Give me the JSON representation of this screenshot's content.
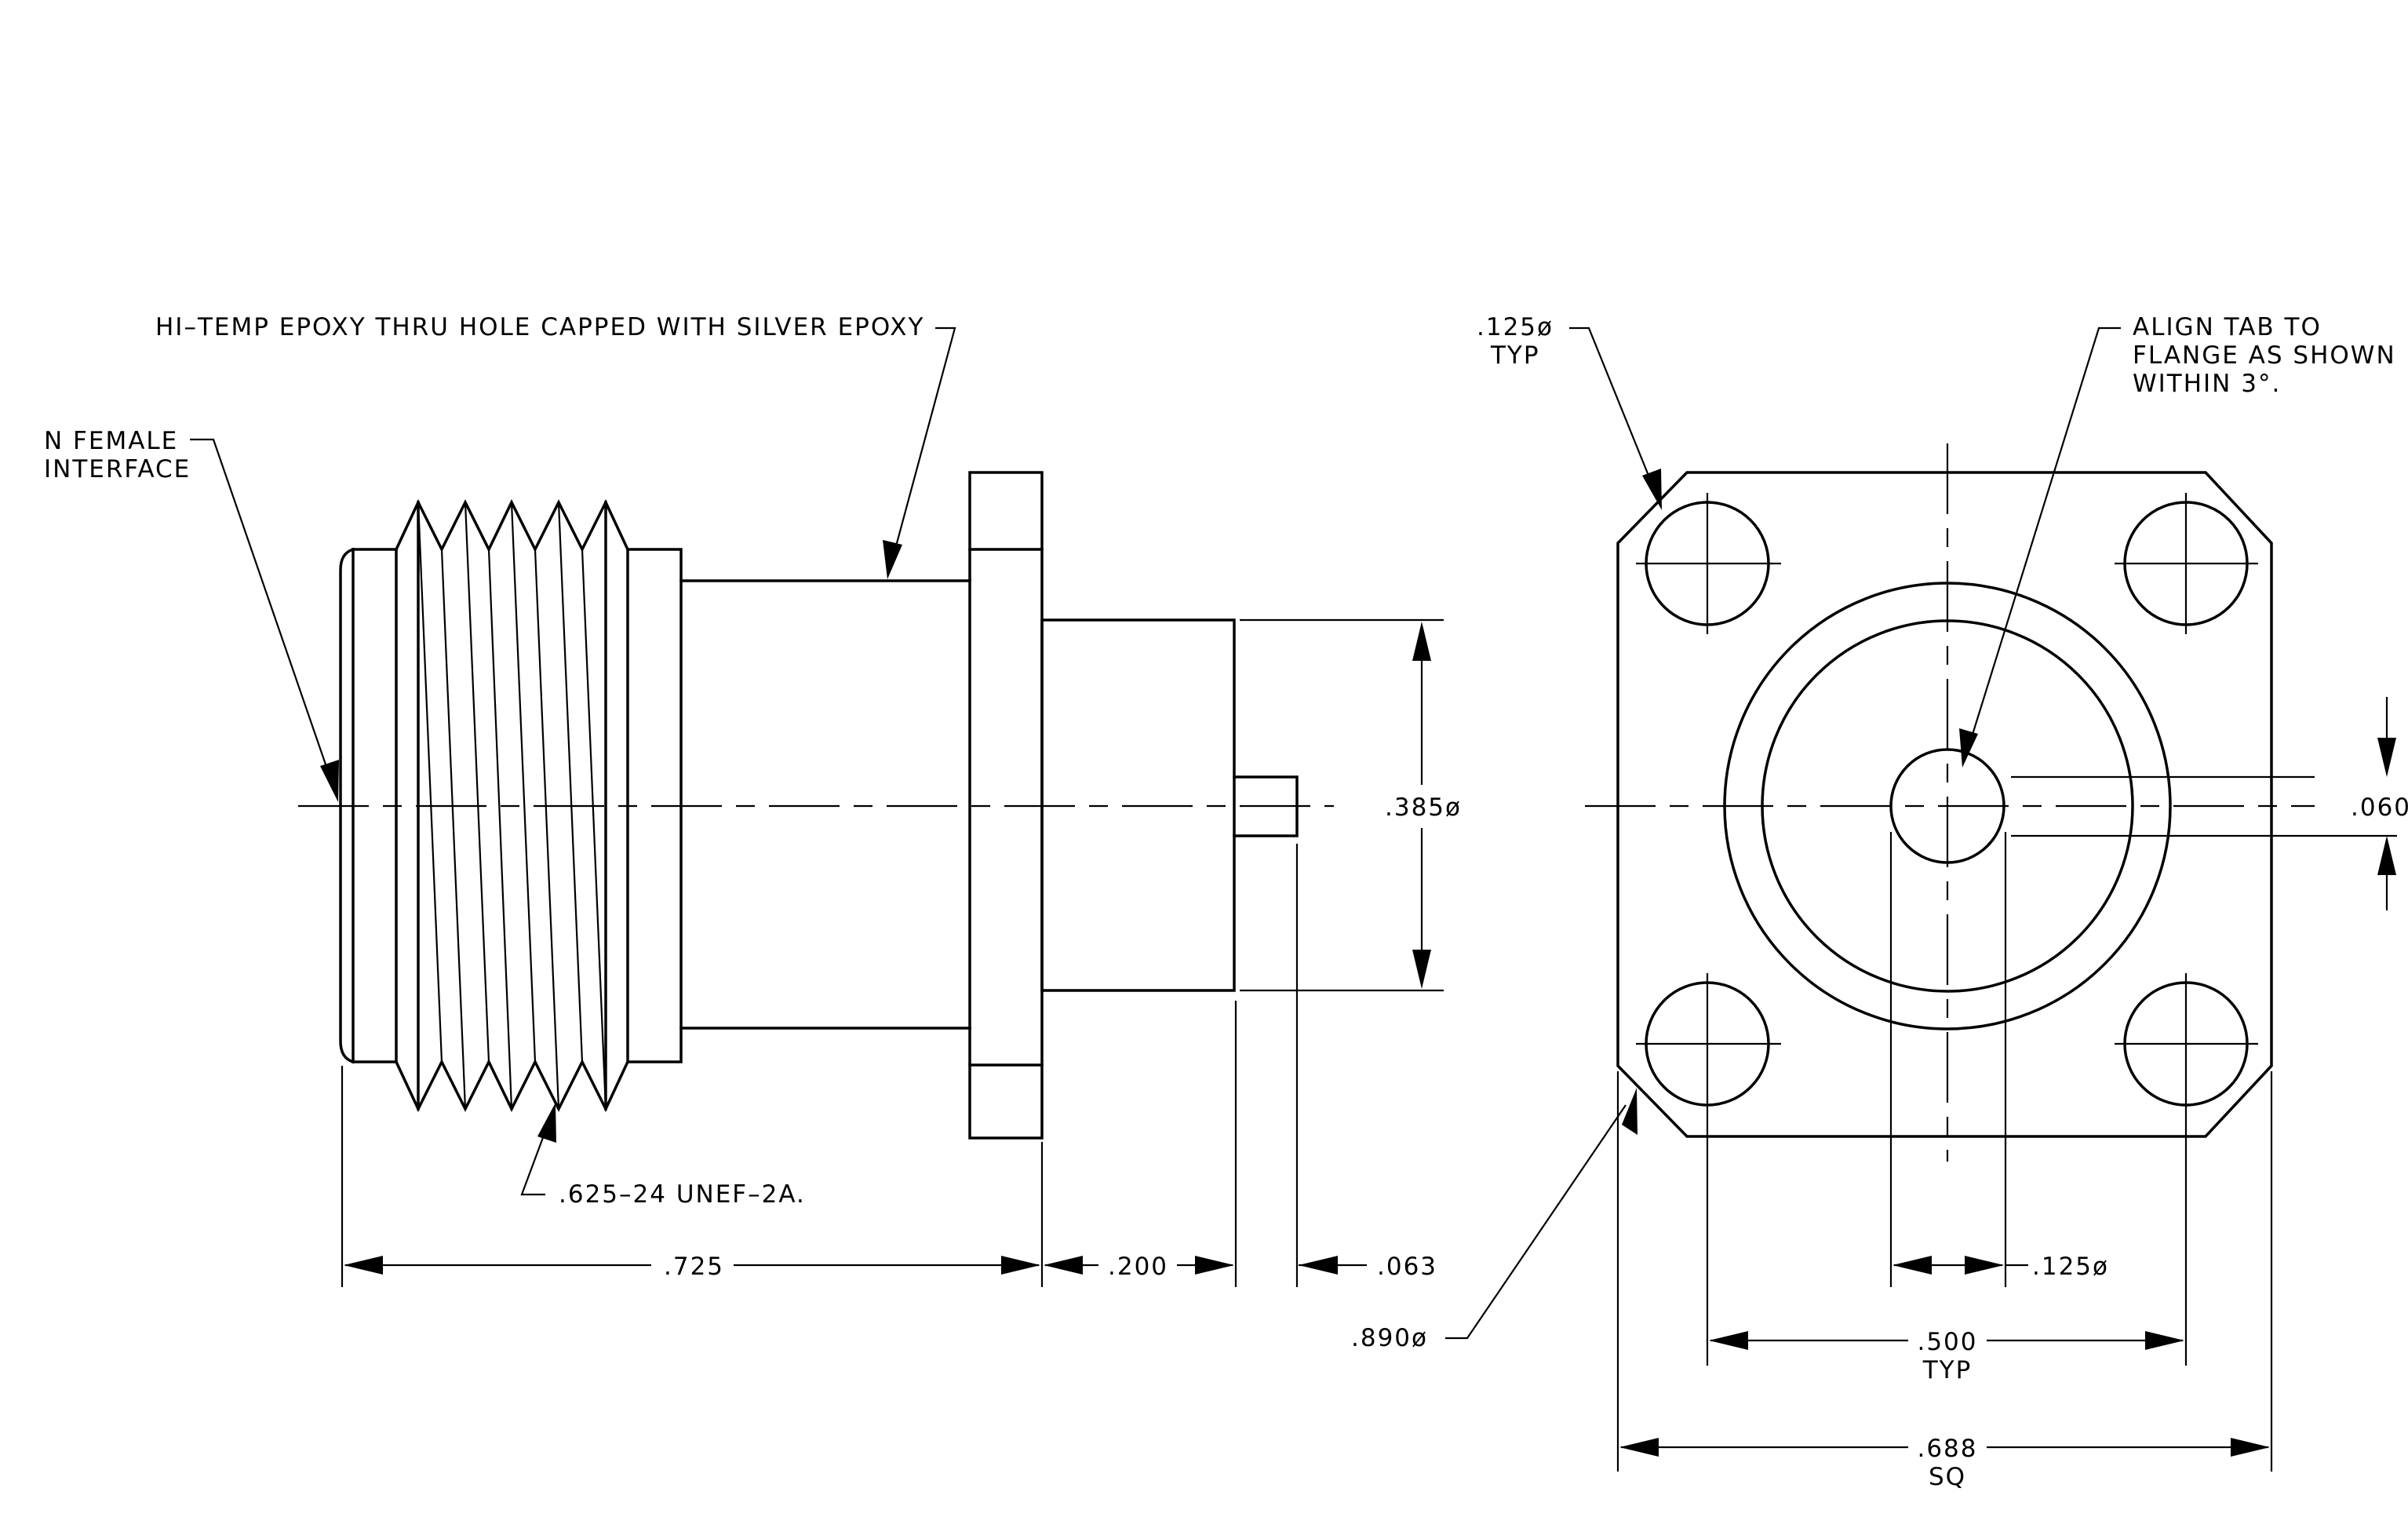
{
  "side_view": {
    "callout_epoxy": "HI–TEMP EPOXY THRU HOLE CAPPED WITH SILVER EPOXY",
    "callout_interface_line1": "N FEMALE",
    "callout_interface_line2": "INTERFACE",
    "callout_thread": ".625–24 UNEF–2A.",
    "dim_overall_length": ".725",
    "dim_body_length": ".200",
    "dim_pin_length": ".063",
    "dim_body_diameter": ".385ø"
  },
  "front_view": {
    "callout_hole_line1": ".125ø",
    "callout_hole_line2": "TYP",
    "callout_align_line1": "ALIGN TAB TO",
    "callout_align_line2": "FLANGE AS SHOWN",
    "callout_align_line3": "WITHIN 3°.",
    "dim_tab_width": ".060",
    "dim_pin_diameter": ".125ø",
    "dim_hole_spacing": ".500",
    "dim_hole_spacing_note": "TYP",
    "dim_flange_size": ".688",
    "dim_flange_size_note": "SQ",
    "dim_ring_diameter": ".890ø"
  }
}
